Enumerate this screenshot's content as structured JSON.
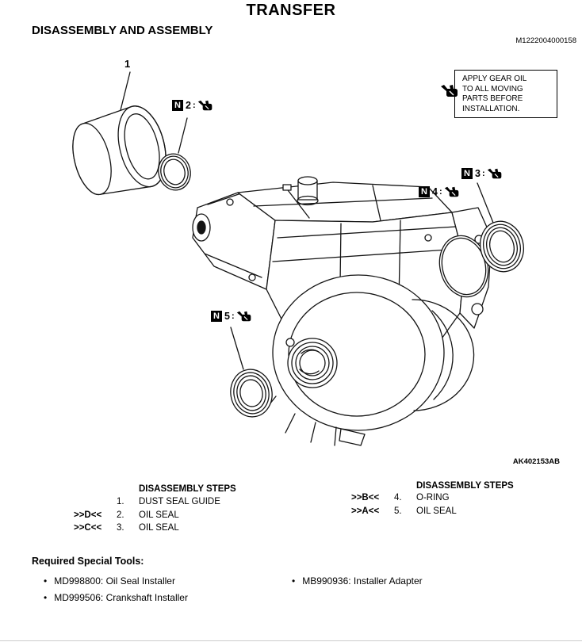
{
  "page": {
    "title": "TRANSFER",
    "section_heading": "DISASSEMBLY AND ASSEMBLY",
    "doc_number": "M1222004000158",
    "figure_code": "AK402153AB"
  },
  "note_box": {
    "lines": [
      "APPLY GEAR OIL",
      "TO ALL MOVING",
      "PARTS BEFORE",
      "INSTALLATION."
    ]
  },
  "callouts": {
    "n_letter": "N",
    "sep": ":",
    "part1": {
      "number": "1"
    },
    "n2": {
      "number": "2"
    },
    "n3": {
      "number": "3"
    },
    "n4": {
      "number": "4"
    },
    "n5": {
      "number": "5"
    }
  },
  "steps_left": {
    "heading": "DISASSEMBLY STEPS",
    "rows": [
      {
        "tag": "",
        "num": "1.",
        "name": "DUST SEAL GUIDE"
      },
      {
        "tag": ">>D<<",
        "num": "2.",
        "name": "OIL SEAL"
      },
      {
        "tag": ">>C<<",
        "num": "3.",
        "name": "OIL SEAL"
      }
    ]
  },
  "steps_right": {
    "heading": "DISASSEMBLY STEPS",
    "rows": [
      {
        "tag": ">>B<<",
        "num": "4.",
        "name": "O-RING"
      },
      {
        "tag": ">>A<<",
        "num": "5.",
        "name": "OIL SEAL"
      }
    ]
  },
  "tools": {
    "heading": "Required Special Tools:",
    "bullet": "•",
    "col1": [
      "MD998800: Oil Seal Installer",
      "MD999506: Crankshaft Installer"
    ],
    "col2": [
      "MB990936: Installer Adapter"
    ]
  },
  "colors": {
    "ink": "#000000",
    "paper": "#ffffff"
  }
}
